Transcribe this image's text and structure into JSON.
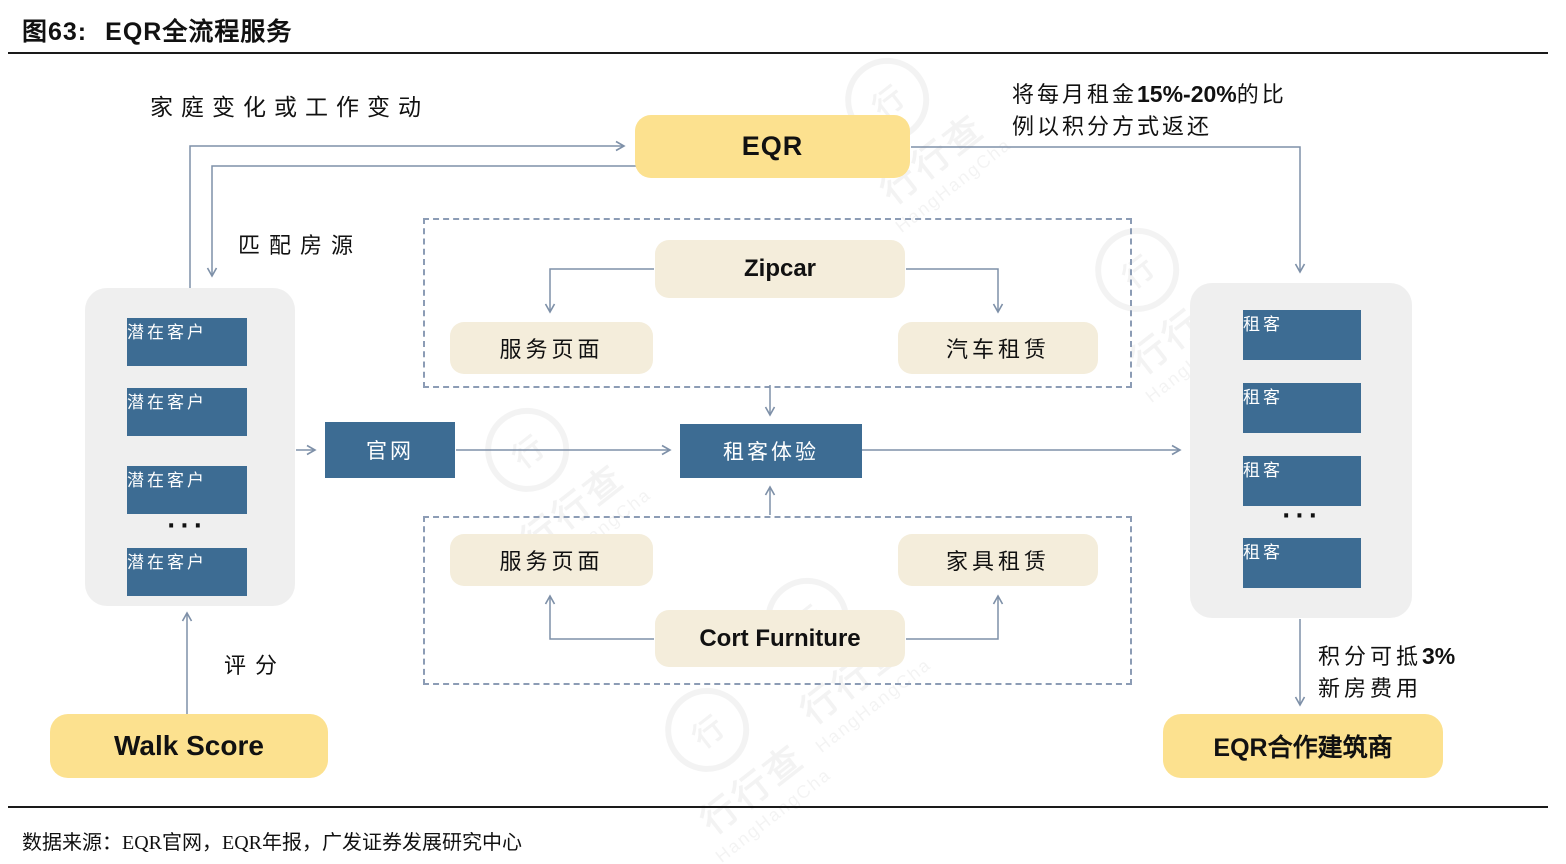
{
  "figure": {
    "title_prefix": "图63:",
    "title": "EQR全流程服务",
    "source": "数据来源：EQR官网，EQR年报，广发证券发展研究中心"
  },
  "colors": {
    "node_yellow": "#FCE18F",
    "node_blue": "#3D6C93",
    "node_cream": "#F4EDDB",
    "panel_gray": "#EFEFEF",
    "connector": "#7E90A8",
    "dashed_border": "#8C9CB5"
  },
  "nodes": {
    "eqr": "EQR",
    "walk_score": "Walk Score",
    "builder": "EQR合作建筑商",
    "website": "官网",
    "tenant_experience": "租客体验",
    "zipcar": "Zipcar",
    "zipcar_service_page": "服务页面",
    "car_rental": "汽车租赁",
    "cort": "Cort Furniture",
    "cort_service_page": "服务页面",
    "furniture_rental": "家具租赁"
  },
  "left_panel": {
    "items": [
      "潜在客户",
      "潜在客户",
      "潜在客户",
      "潜在客户"
    ],
    "ellipsis": "···"
  },
  "right_panel": {
    "items": [
      "租客",
      "租客",
      "租客",
      "租客"
    ],
    "ellipsis": "···"
  },
  "annotations": {
    "family_or_job_change": "家庭变化或工作变动",
    "match_listing": "匹配房源",
    "score": "评分",
    "rebate_pre": "将每月租金",
    "rebate_bold": "15%-20%",
    "rebate_post": "的比",
    "rebate_line2": "例以积分方式返还",
    "points_pre": "积分可抵",
    "points_bold": "3%",
    "points_line2": "新房费用"
  },
  "watermark": {
    "cn": "行行查",
    "en": "HangHangCha",
    "glyph": "行"
  }
}
